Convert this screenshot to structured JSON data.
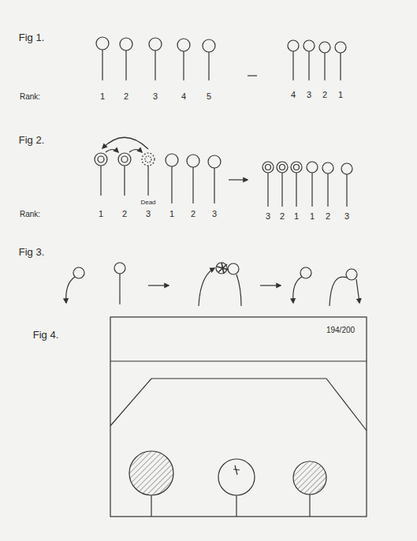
{
  "diagram": {
    "labels": [
      "Fig 1.",
      "Rank:",
      "1",
      "2",
      "3",
      "4",
      "5",
      "4",
      "3",
      "2",
      "1",
      "Fig 2.",
      "Dead",
      "Rank:",
      "1",
      "2",
      "3",
      "1",
      "2",
      "3",
      "3",
      "2",
      "1",
      "1",
      "2",
      "3",
      "Fig 3.",
      "Fig 4.",
      "194/200"
    ]
  }
}
